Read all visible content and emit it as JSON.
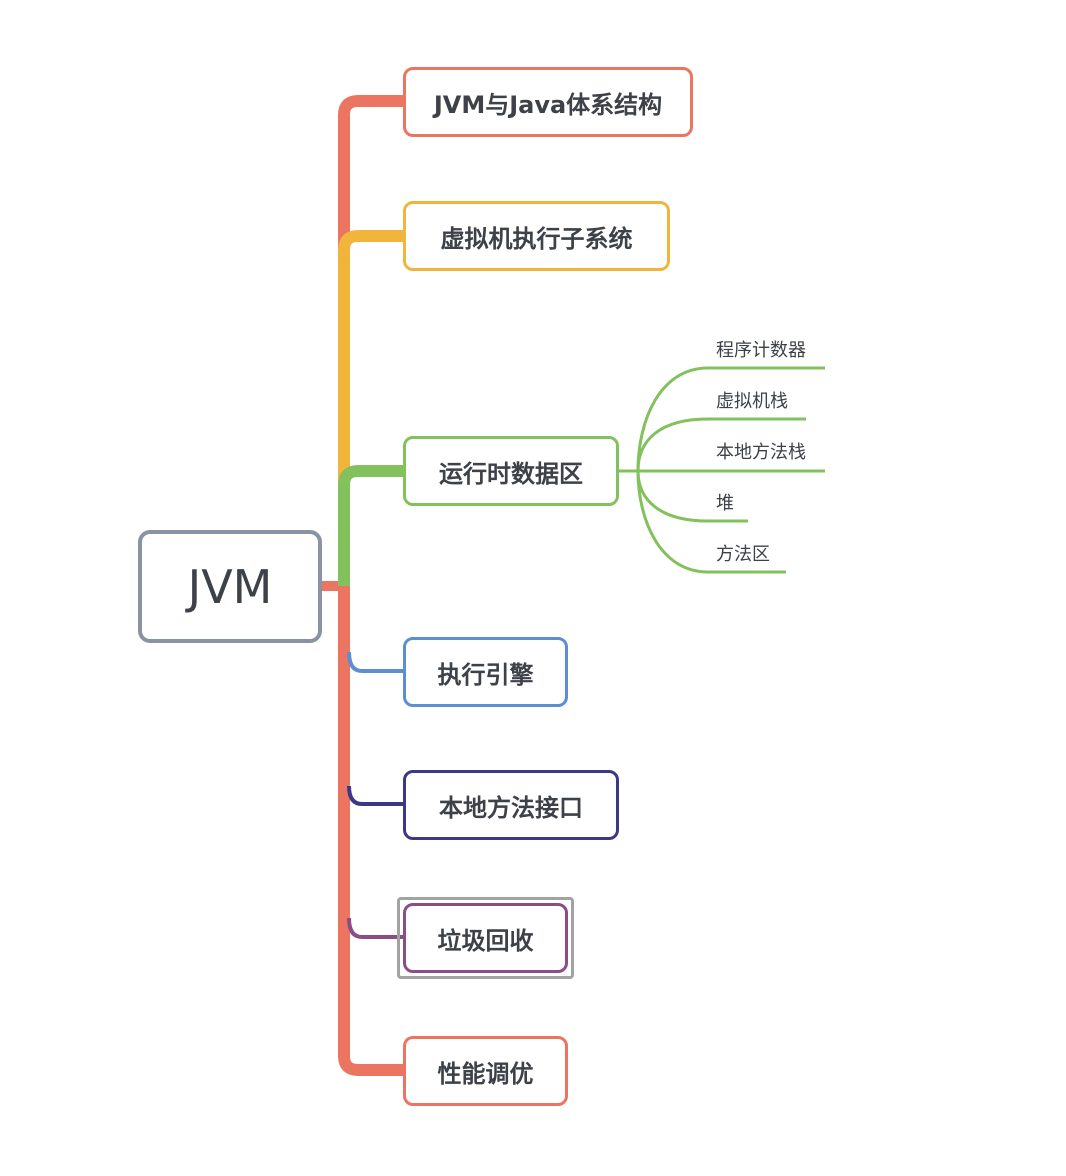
{
  "root": {
    "label": "JVM",
    "border_color": "#8a93a3"
  },
  "branches": [
    {
      "label": "JVM与Java体系结构",
      "color": "#eb7561"
    },
    {
      "label": "虚拟机执行子系统",
      "color": "#f2b53c"
    },
    {
      "label": "运行时数据区",
      "color": "#82c15c",
      "children": [
        "程序计数器",
        "虚拟机栈",
        "本地方法栈",
        "堆",
        "方法区"
      ]
    },
    {
      "label": "执行引擎",
      "color": "#5b8fd1"
    },
    {
      "label": "本地方法接口",
      "color": "#3b3889"
    },
    {
      "label": "垃圾回收",
      "color": "#8c4c87",
      "selected": true
    },
    {
      "label": "性能调优",
      "color": "#eb7561"
    }
  ],
  "selection_color": "#a3a3a3"
}
